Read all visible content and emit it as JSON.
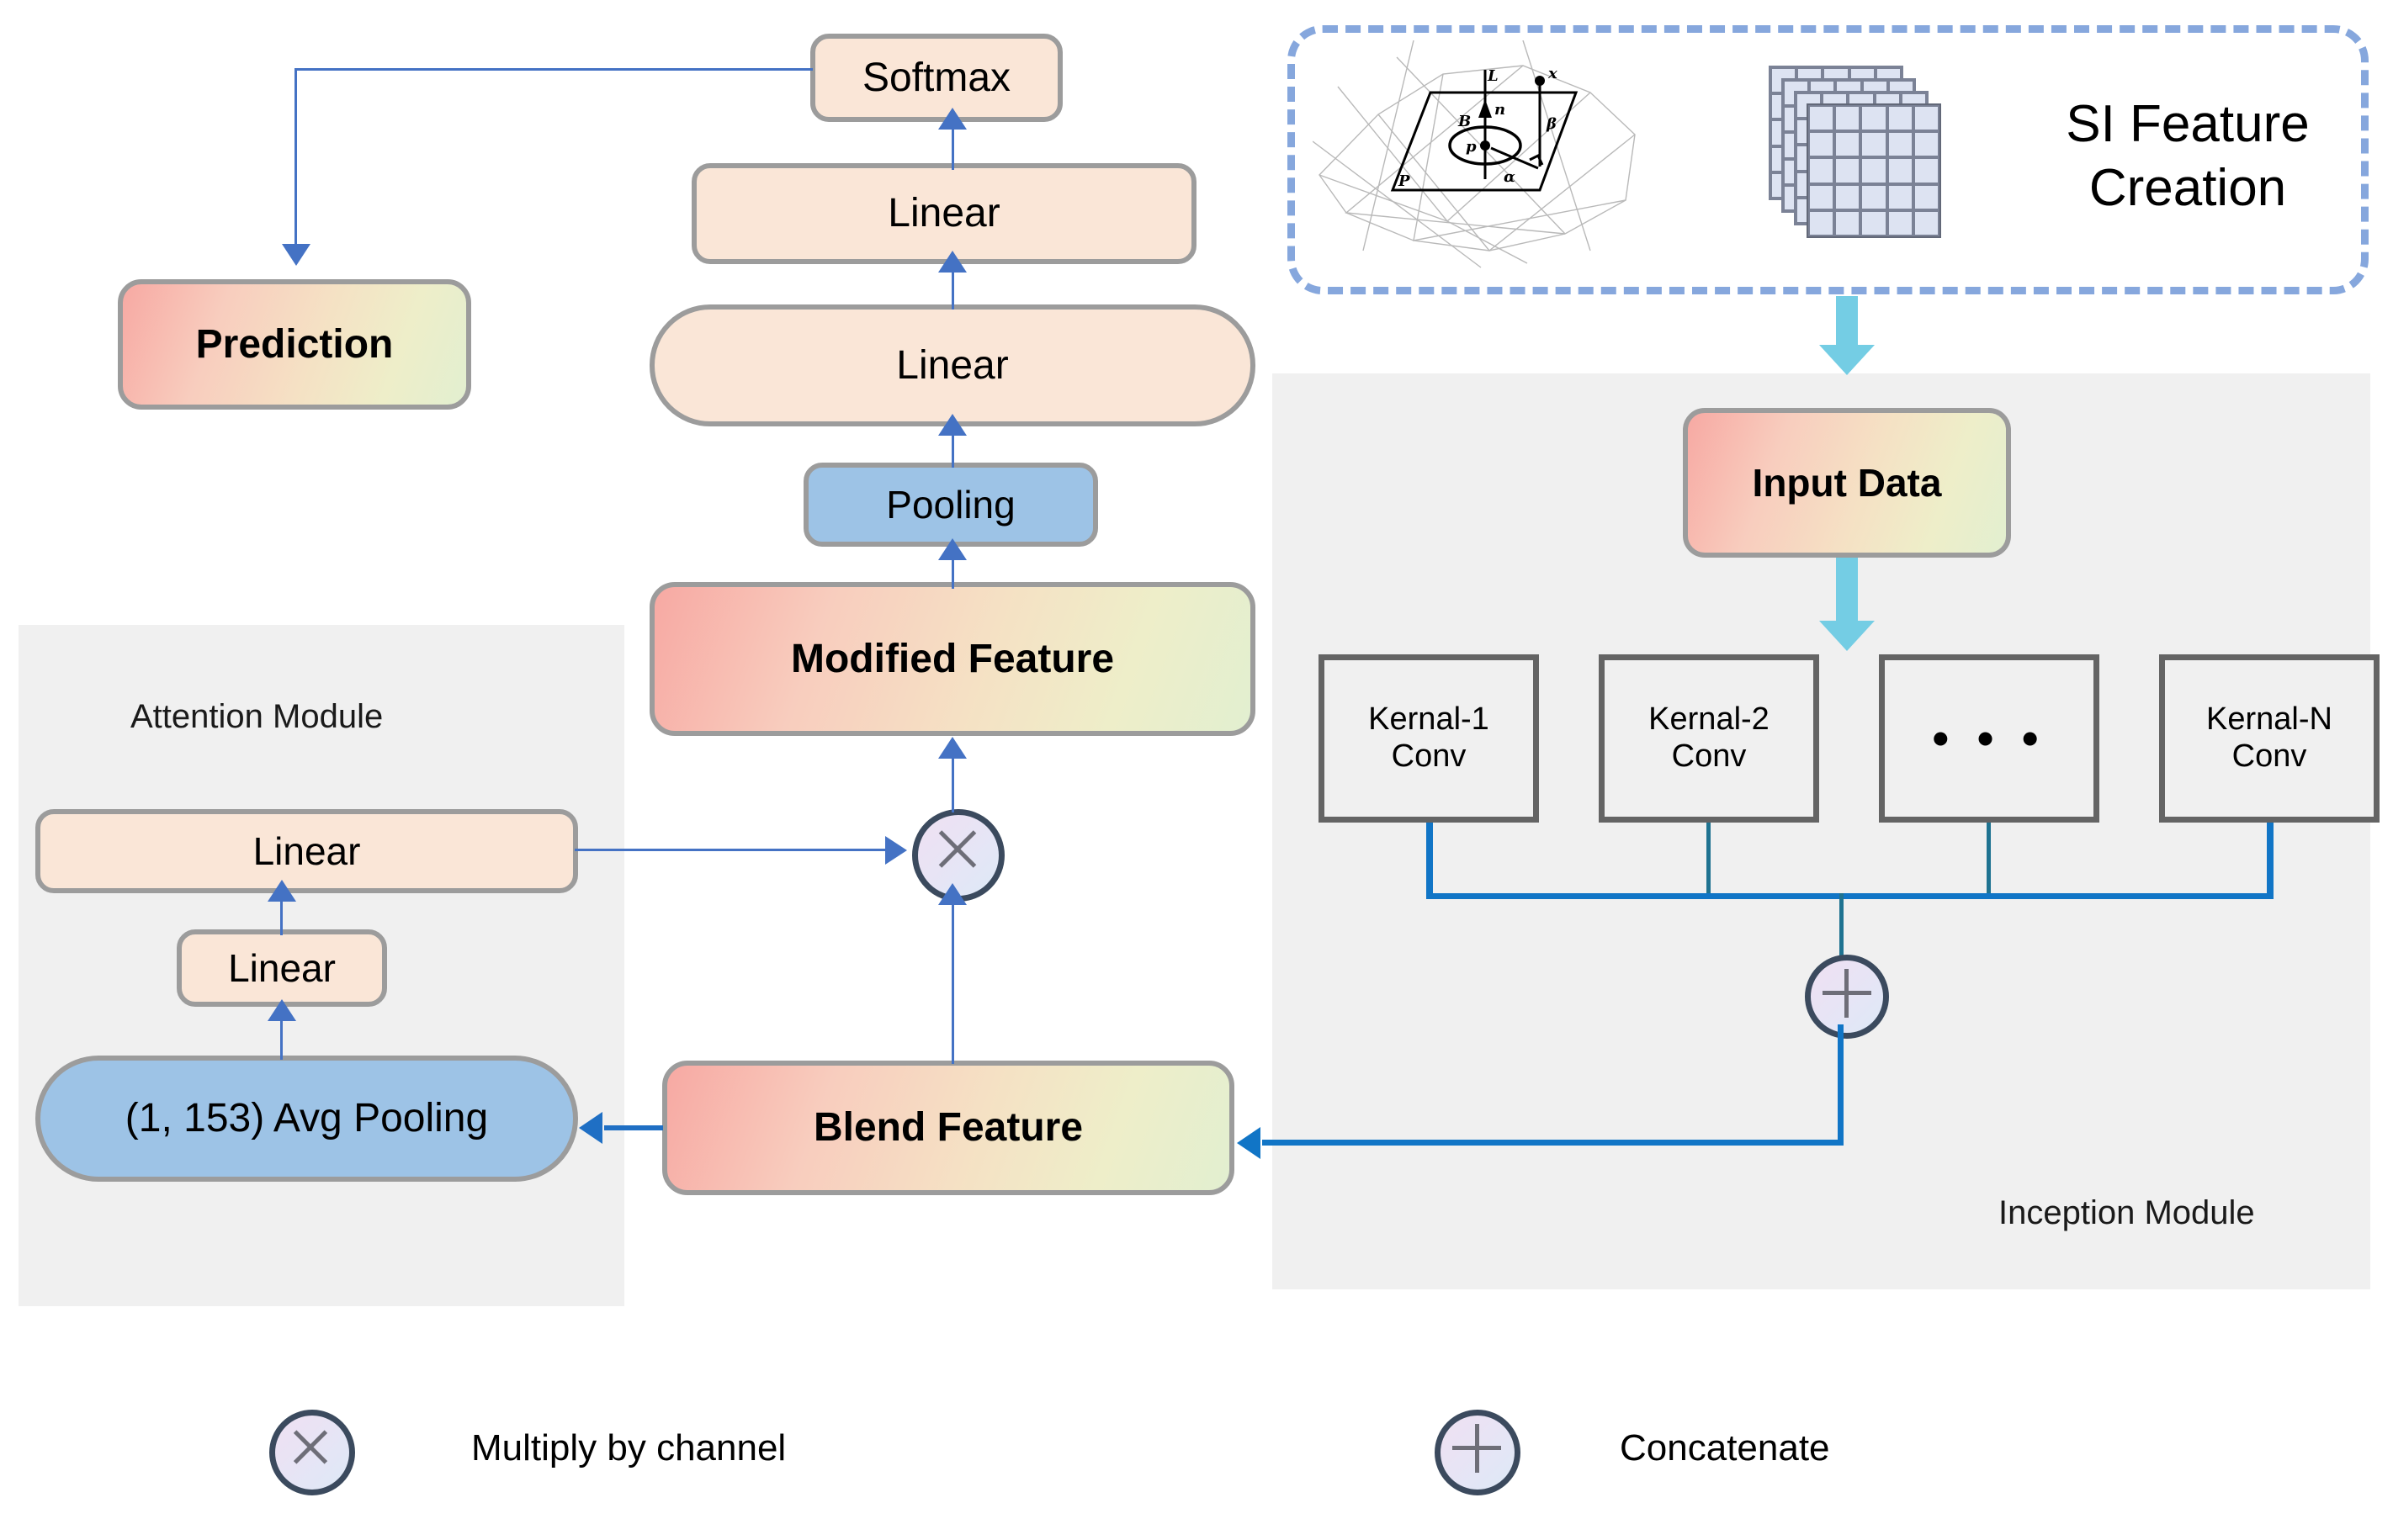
{
  "diagram": {
    "title_modules": {
      "attention": "Attention Module",
      "inception": "Inception Module"
    },
    "si_block": {
      "title": "SI Feature\nCreation",
      "geometry_labels": [
        "L",
        "x",
        "n",
        "B",
        "β",
        "p",
        "α",
        "P"
      ]
    },
    "nodes": {
      "softmax": "Softmax",
      "linear_top": "Linear",
      "linear_mid": "Linear",
      "prediction": "Prediction",
      "pooling": "Pooling",
      "modified_feature": "Modified Feature",
      "blend_feature": "Blend Feature",
      "attn_linear_wide": "Linear",
      "attn_linear_small": "Linear",
      "avg_pooling": "(1, 153) Avg Pooling",
      "input_data": "Input Data"
    },
    "kernels": [
      {
        "line1": "Kernal-1",
        "line2": "Conv"
      },
      {
        "line1": "Kernal-2",
        "line2": "Conv"
      },
      {
        "line1": "",
        "line2": ""
      },
      {
        "line1": "Kernal-N",
        "line2": "Conv"
      }
    ],
    "kernel_ellipsis": "• • •",
    "legend": [
      {
        "symbol": "×",
        "label": "Multiply by channel"
      },
      {
        "symbol": "+",
        "label": "Concatenate"
      }
    ],
    "colors": {
      "accent_blue": "#4472c4",
      "teal_blue": "#1175c6",
      "cyan_arrow": "#74cde4",
      "panel_gray": "#f0f0f0",
      "node_border": "#9c9c9c",
      "peach": "#fae6d7",
      "blue_node": "#9dc3e6",
      "dashed_border": "#86a7dd",
      "op_border": "#3b4a5e"
    }
  }
}
